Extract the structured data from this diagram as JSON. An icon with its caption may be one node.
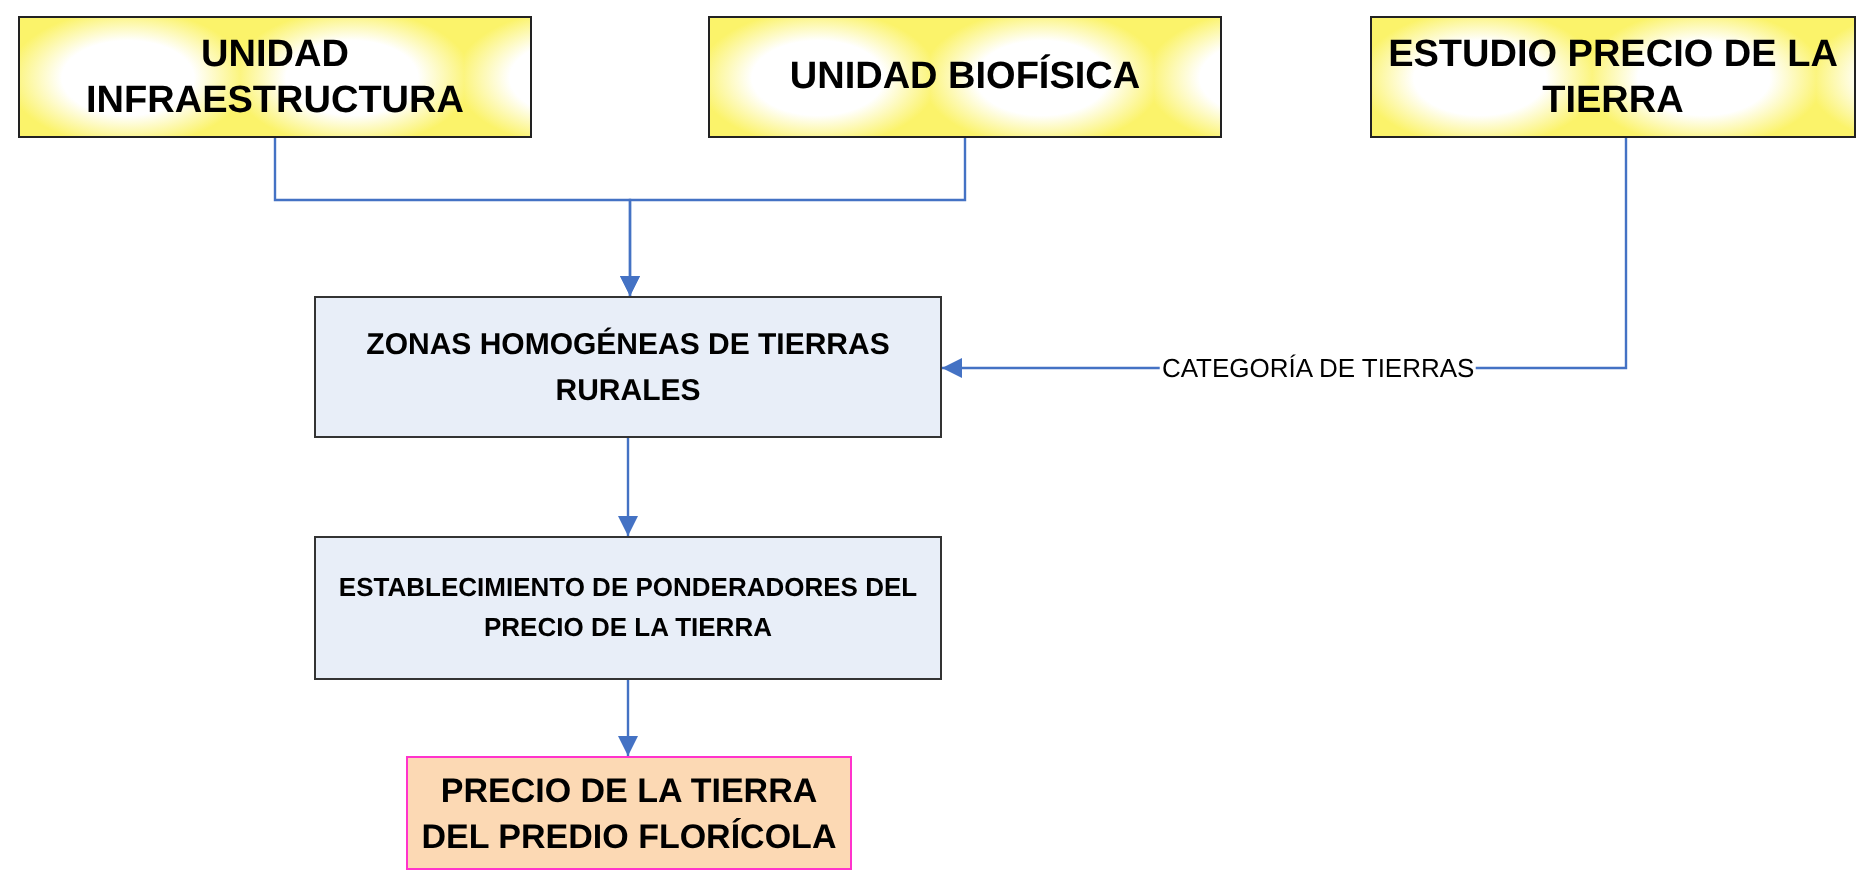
{
  "diagram": {
    "nodes": [
      {
        "text": [
          "UNIDAD INFRAESTRUCTURA"
        ]
      },
      {
        "text": [
          "UNIDAD BIOFÍSICA"
        ]
      },
      {
        "text": [
          "ESTUDIO PRECIO DE LA TIERRA"
        ]
      },
      {
        "text": [
          "ZONAS HOMOGÉNEAS DE TIERRAS RURALES"
        ]
      },
      {
        "text": [
          "ESTABLECIMIENTO DE PONDERADORES DEL PRECIO DE LA TIERRA"
        ]
      },
      {
        "text": [
          "PRECIO DE LA TIERRA DEL PREDIO FLORÍCOLA"
        ]
      }
    ],
    "edges": [
      {
        "from": 0,
        "to": 3,
        "arrow": "to"
      },
      {
        "from": 1,
        "to": 3,
        "arrow": "to"
      },
      {
        "from": 2,
        "to": 3,
        "arrow": "to",
        "label": "CATEGORÍA DE TIERRAS"
      },
      {
        "from": 3,
        "to": 4,
        "arrow": "to"
      },
      {
        "from": 4,
        "to": 5,
        "arrow": "to"
      }
    ]
  }
}
